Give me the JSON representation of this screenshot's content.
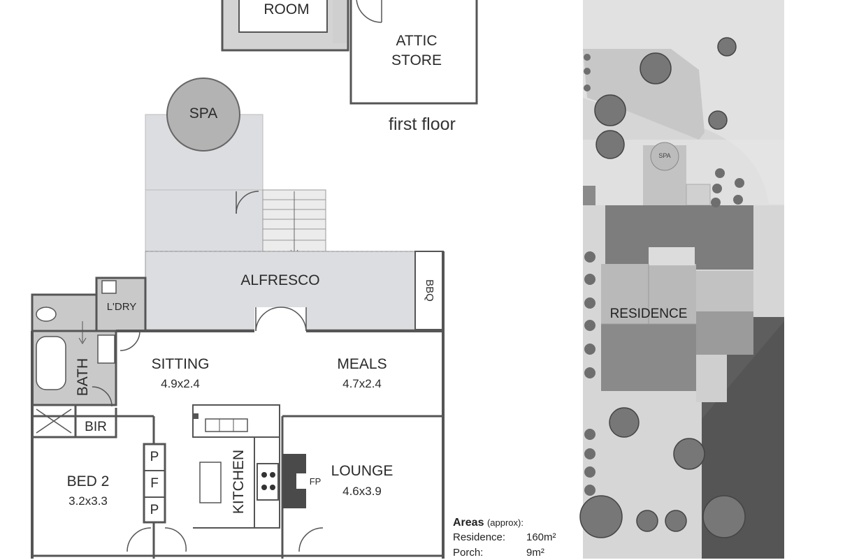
{
  "labels": {
    "room_top": "ROOM",
    "attic_line1": "ATTIC",
    "attic_line2": "STORE",
    "first_floor": "first floor",
    "spa": "SPA",
    "alfresco": "ALFRESCO",
    "bbq": "BBQ",
    "laundry": "L'DRY",
    "bath": "BATH",
    "sitting": "SITTING",
    "sitting_dim": "4.9x2.4",
    "meals": "MEALS",
    "meals_dim": "4.7x2.4",
    "bir": "BIR",
    "bed2": "BED 2",
    "bed2_dim": "3.2x3.3",
    "pantry_p1": "P",
    "pantry_f": "F",
    "pantry_p2": "P",
    "kitchen": "KITCHEN",
    "fp": "FP",
    "lounge": "LOUNGE",
    "lounge_dim": "4.6x3.9",
    "site_spa": "SPA",
    "residence": "RESIDENCE"
  },
  "areas": {
    "title": "Areas",
    "title_note": "(approx):",
    "rows": [
      {
        "label": "Residence:",
        "value": "160m²"
      },
      {
        "label": "Porch:",
        "value": "9m²"
      }
    ]
  },
  "colors": {
    "wall": "#5a5a5a",
    "outdoor": "#dcdde0",
    "wet": "#c9c9c9",
    "site_lawn": "#d6d6d6",
    "roof_dark": "#7d7d7d",
    "roof_light": "#b9b9b9",
    "neighbour": "#5e5e5e",
    "tree": "#7a7a7a"
  }
}
